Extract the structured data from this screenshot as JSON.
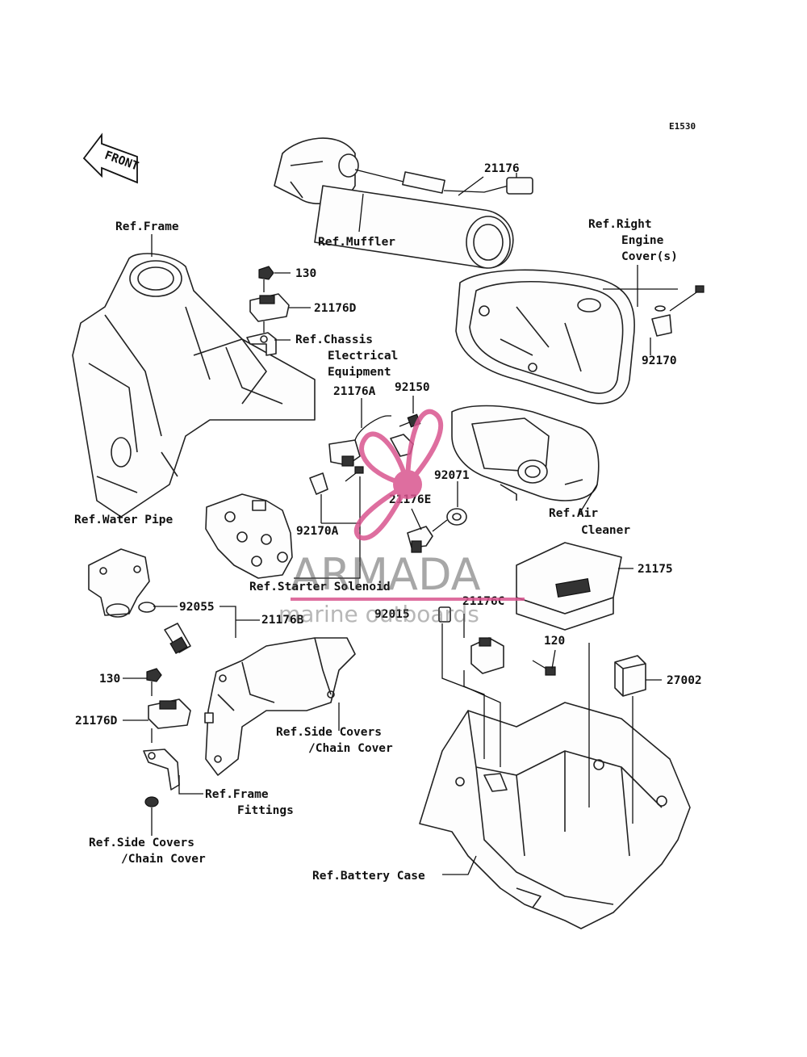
{
  "figure_code": "E1530",
  "front_label": "FRONT",
  "callouts": {
    "p21176": "21176",
    "ref_muffler": "Ref.Muffler",
    "ref_frame": "Ref.Frame",
    "ref_right_1": "Ref.Right",
    "ref_right_2": "Engine",
    "ref_right_3": "Cover(s)",
    "p130_top": "130",
    "p21176D_top": "21176D",
    "ref_chassis_1": "Ref.Chassis",
    "ref_chassis_2": "Electrical",
    "ref_chassis_3": "Equipment",
    "p92170": "92170",
    "p21176A": "21176A",
    "p92150": "92150",
    "p92071": "92071",
    "p21176E": "21176E",
    "p92170A": "92170A",
    "ref_water_pipe": "Ref.Water Pipe",
    "ref_air_1": "Ref.Air",
    "ref_air_2": "Cleaner",
    "p21175": "21175",
    "ref_starter": "Ref.Starter Solenoid",
    "p92055": "92055",
    "p21176B": "21176B",
    "p92015": "92015",
    "p21176C": "21176C",
    "p120": "120",
    "p130_bot": "130",
    "p27002": "27002",
    "p21176D_bot": "21176D",
    "ref_side_1a": "Ref.Side Covers",
    "ref_side_1b": "/Chain Cover",
    "ref_frame_fit_1": "Ref.Frame",
    "ref_frame_fit_2": "Fittings",
    "ref_side_2a": "Ref.Side Covers",
    "ref_side_2b": "/Chain Cover",
    "ref_battery": "Ref.Battery Case"
  },
  "watermark": {
    "brand": "ARMADA",
    "tagline": "marine outboards",
    "accent_color": "#d9558f"
  }
}
